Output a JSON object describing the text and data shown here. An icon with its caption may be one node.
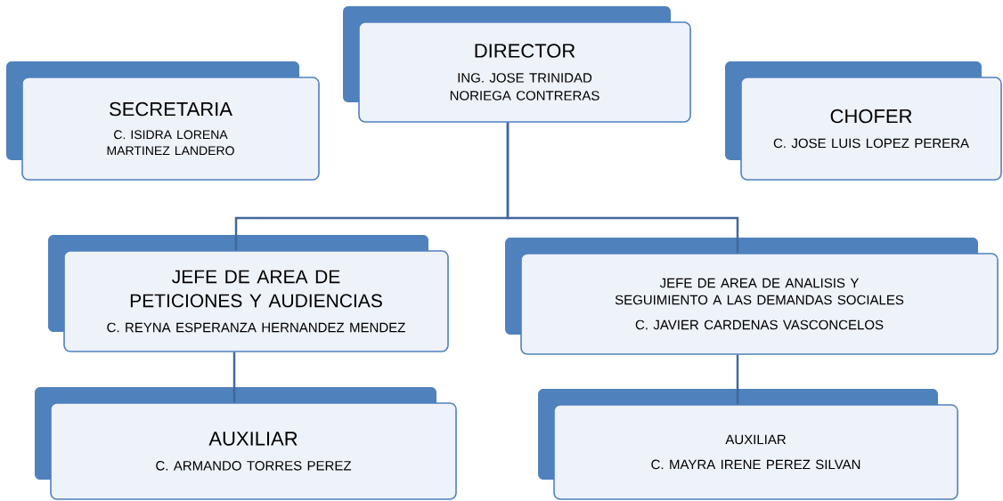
{
  "diagram": {
    "nodes": [
      {
        "text": [
          "DIRECTOR",
          "ING. JOSE TRINIDAD NORIEGA CONTRERAS"
        ]
      },
      {
        "text": [
          "SECRETARIA",
          "C. ISIDRA LORENA  MARTINEZ LANDERO"
        ]
      },
      {
        "text": [
          "CHOFER",
          "C. JOSE LUIS LOPEZ PERERA"
        ]
      },
      {
        "text": [
          "JEFE DE AREA DE PETICIONES Y AUDIENCIAS",
          "C. REYNA ESPERANZA HERNANDEZ MENDEZ"
        ]
      },
      {
        "text": [
          "JEFE DE AREA DE ANALISIS Y SEGUIMIENTO A  LAS DEMANDAS SOCIALES",
          "C. JAVIER CARDENAS VASCONCELOS"
        ]
      },
      {
        "text": [
          "AUXILIAR",
          "C. ARMANDO TORRES PEREZ"
        ]
      },
      {
        "text": [
          "AUXILIAR",
          "C. MAYRA IRENE PEREZ SILVAN"
        ]
      }
    ],
    "edges": [
      {
        "from": 0,
        "to": 3,
        "arrow": "none"
      },
      {
        "from": 0,
        "to": 4,
        "arrow": "none"
      },
      {
        "from": 3,
        "to": 5,
        "arrow": "none"
      },
      {
        "from": 4,
        "to": 6,
        "arrow": "none"
      }
    ]
  }
}
